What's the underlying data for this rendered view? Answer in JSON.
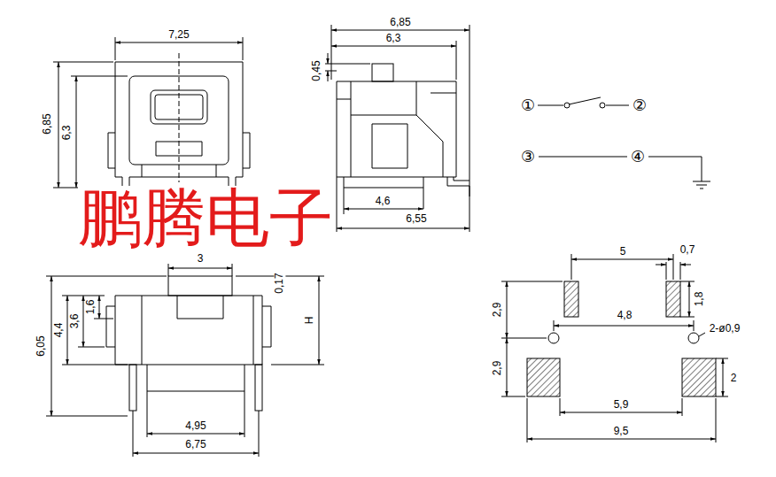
{
  "diagram": {
    "labels": [
      "7,25",
      "6,85",
      "6,3",
      "6,85",
      "6,3",
      "0,45",
      "4,6",
      "6,55",
      "①",
      "②",
      "③",
      "④",
      "鹏腾电子",
      "3",
      "0,17",
      "H",
      "1,6",
      "3,6",
      "4,4",
      "6,05",
      "4,95",
      "6,75",
      "5",
      "0,7",
      "2,9",
      "1,8",
      "4,8",
      "2-ø0,9",
      "2,9",
      "2",
      "5,9",
      "9,5"
    ]
  }
}
